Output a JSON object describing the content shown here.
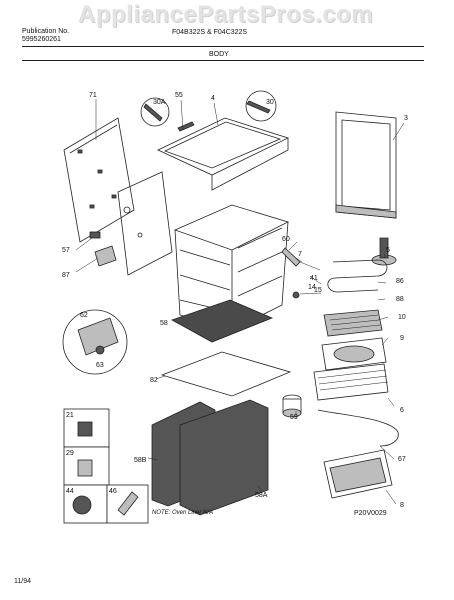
{
  "header": {
    "publication_label": "Publication No.",
    "publication_number": "5995260261",
    "models": "F04B322S & F04C322S",
    "section_title": "BODY",
    "watermark": "AppliancePartsPros.com"
  },
  "callouts": [
    "71",
    "55",
    "4",
    "30",
    "30A",
    "3",
    "57",
    "87",
    "60",
    "7",
    "5",
    "86",
    "41",
    "15",
    "14",
    "88",
    "58",
    "62",
    "10",
    "9",
    "63",
    "82",
    "59",
    "6",
    "21",
    "29",
    "58B",
    "67",
    "44",
    "46",
    "58A",
    "8"
  ],
  "note": "NOTE: Oven Liner N/A",
  "figure_id": "P20V0029",
  "footer_date": "11/94"
}
